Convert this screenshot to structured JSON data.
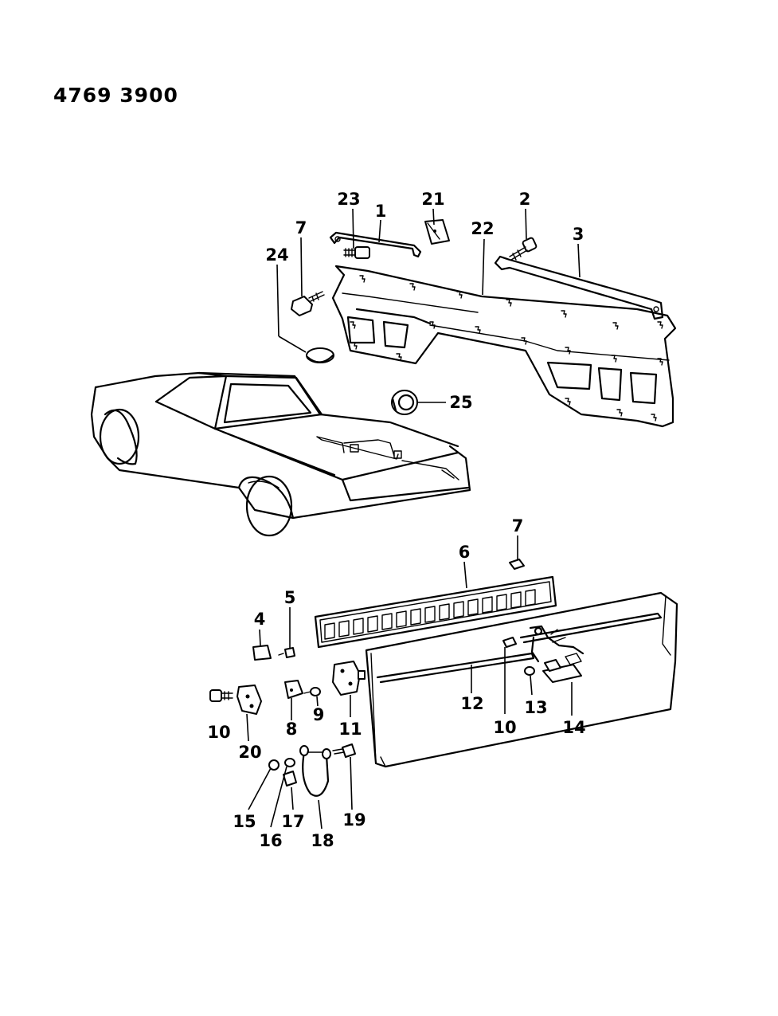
{
  "part_number": "4769 3900",
  "callouts": {
    "c1": "1",
    "c2": "2",
    "c3": "3",
    "c4": "4",
    "c5": "5",
    "c6": "6",
    "c7_upper": "7",
    "c7_lower": "7",
    "c8": "8",
    "c9": "9",
    "c10_left": "10",
    "c10_right": "10",
    "c11": "11",
    "c12": "12",
    "c13": "13",
    "c14": "14",
    "c15": "15",
    "c16": "16",
    "c17": "17",
    "c18": "18",
    "c19": "19",
    "c20": "20",
    "c21": "21",
    "c22": "22",
    "c23": "23",
    "c24": "24",
    "c25": "25"
  }
}
